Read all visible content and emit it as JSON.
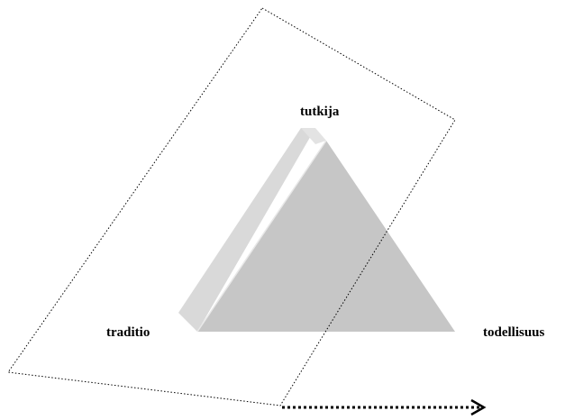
{
  "labels": {
    "top": "tutkija",
    "left": "traditio",
    "right": "todellisuus"
  },
  "colors": {
    "triangle_front": "#c6c6c6",
    "triangle_side": "#d9d9d9",
    "triangle_edge": "#e8e8e8",
    "plane_outline": "#000000",
    "arrow": "#000000",
    "background": "#ffffff"
  },
  "elements": {
    "plane": "dotted-parallelogram",
    "triangle": "3d-extruded-triangle",
    "arrow": "dotted-arrow-right"
  }
}
